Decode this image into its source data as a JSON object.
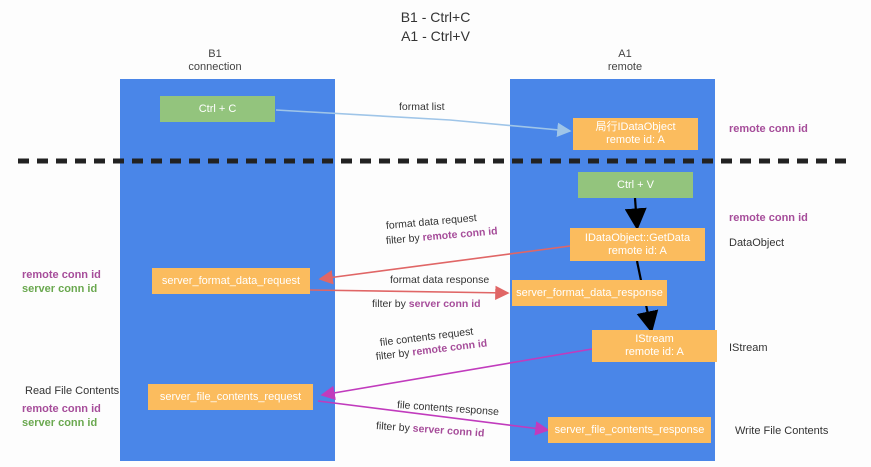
{
  "title": {
    "line1": "B1 - Ctrl+C",
    "line2": "A1 - Ctrl+V"
  },
  "lanes": [
    {
      "id": "b1",
      "name": "B1",
      "sub": "connection"
    },
    {
      "id": "a1",
      "name": "A1",
      "sub": "remote"
    }
  ],
  "boxes": {
    "ctrl_c": {
      "line1": "Ctrl + C"
    },
    "idataobject": {
      "line1": "局行IDataObject",
      "line2": "remote id: A"
    },
    "ctrl_v": {
      "line1": "Ctrl + V"
    },
    "getdata": {
      "line1": "IDataObject::GetData",
      "line2": "remote id: A"
    },
    "server_format_data_request": {
      "line1": "server_format_data_request"
    },
    "server_format_data_response": {
      "line1": "server_format_data_response"
    },
    "istream": {
      "line1": "IStream",
      "line2": "remote id: A"
    },
    "server_file_contents_request": {
      "line1": "server_file_contents_request"
    },
    "server_file_contents_response": {
      "line1": "server_file_contents_response"
    }
  },
  "edges": {
    "format_list": "format list",
    "format_data_request": "format data request",
    "format_data_request_filter_prefix": "filter by ",
    "format_data_request_filter_key": "remote conn id",
    "format_data_response": "format data response",
    "format_data_response_filter_prefix": "filter by ",
    "format_data_response_filter_key": "server conn id",
    "file_contents_request": "file contents request",
    "file_contents_request_filter_prefix": "filter by ",
    "file_contents_request_filter_key": "remote conn id",
    "file_contents_response": "file contents response",
    "file_contents_response_filter_prefix": "filter by ",
    "file_contents_response_filter_key": "server conn id"
  },
  "side_labels": {
    "right_remote_conn_id_top": "remote conn id",
    "right_remote_conn_id_mid": "remote conn id",
    "dataobject": "DataObject",
    "istream": "IStream",
    "write_file_contents": "Write File Contents",
    "left_remote_conn_id_1": "remote conn id",
    "left_server_conn_id_1": "server conn id",
    "read_file_contents": "Read File Contents",
    "left_remote_conn_id_2": "remote conn id",
    "left_server_conn_id_2": "server conn id"
  },
  "colors": {
    "lane": "#4a86e8",
    "green_box": "#93c47d",
    "orange_box": "#fbbc5e",
    "remote_conn_id": "#a64d9a",
    "server_conn_id": "#6aa84f",
    "arrow_blue": "#9fc5e8",
    "arrow_red": "#e06666",
    "arrow_magenta": "#c13bbd",
    "arrow_black": "#000000",
    "divider": "#222222"
  }
}
